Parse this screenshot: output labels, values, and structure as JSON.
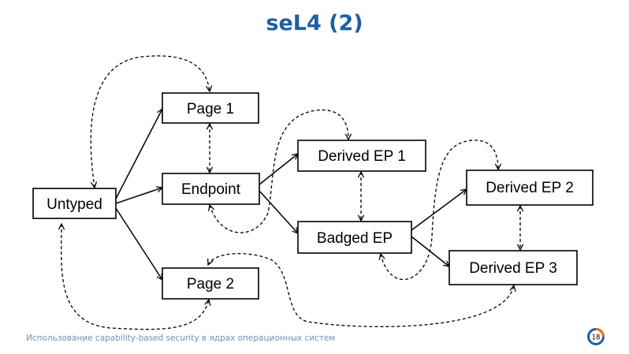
{
  "slide": {
    "title": "seL4 (2)",
    "footer": "Использование capability-based security в ядрах операционных систем",
    "page_number": "18"
  },
  "colors": {
    "title": "#1f5fa3",
    "footer": "#6c8fbf",
    "line": "#000000",
    "badge_orange": "#e8731a",
    "badge_blue": "#1f5fa3"
  },
  "diagram": {
    "nodes": [
      {
        "id": "untyped",
        "label": "Untyped"
      },
      {
        "id": "page1",
        "label": "Page 1"
      },
      {
        "id": "endpoint",
        "label": "Endpoint"
      },
      {
        "id": "page2",
        "label": "Page 2"
      },
      {
        "id": "derived1",
        "label": "Derived EP 1"
      },
      {
        "id": "badged",
        "label": "Badged EP"
      },
      {
        "id": "derived2",
        "label": "Derived EP 2"
      },
      {
        "id": "derived3",
        "label": "Derived EP 3"
      }
    ]
  }
}
